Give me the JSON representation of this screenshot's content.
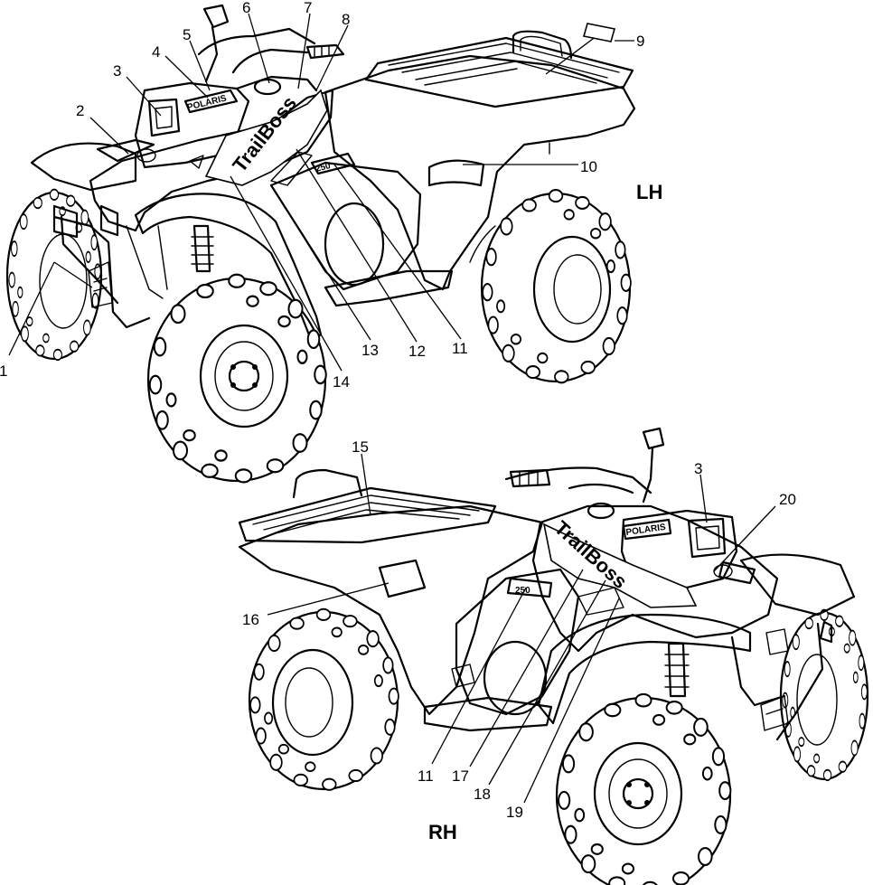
{
  "views": [
    {
      "id": "lh",
      "side_label": "LH",
      "callouts": [
        "1",
        "2",
        "3",
        "4",
        "5",
        "6",
        "7",
        "8",
        "9",
        "10",
        "11",
        "12",
        "13",
        "14"
      ]
    },
    {
      "id": "rh",
      "side_label": "RH",
      "callouts": [
        "15",
        "3",
        "20",
        "16",
        "11",
        "17",
        "18",
        "19"
      ]
    }
  ],
  "decal_text": {
    "brand": "POLARIS",
    "model": "TrailBoss",
    "engine": "250"
  }
}
